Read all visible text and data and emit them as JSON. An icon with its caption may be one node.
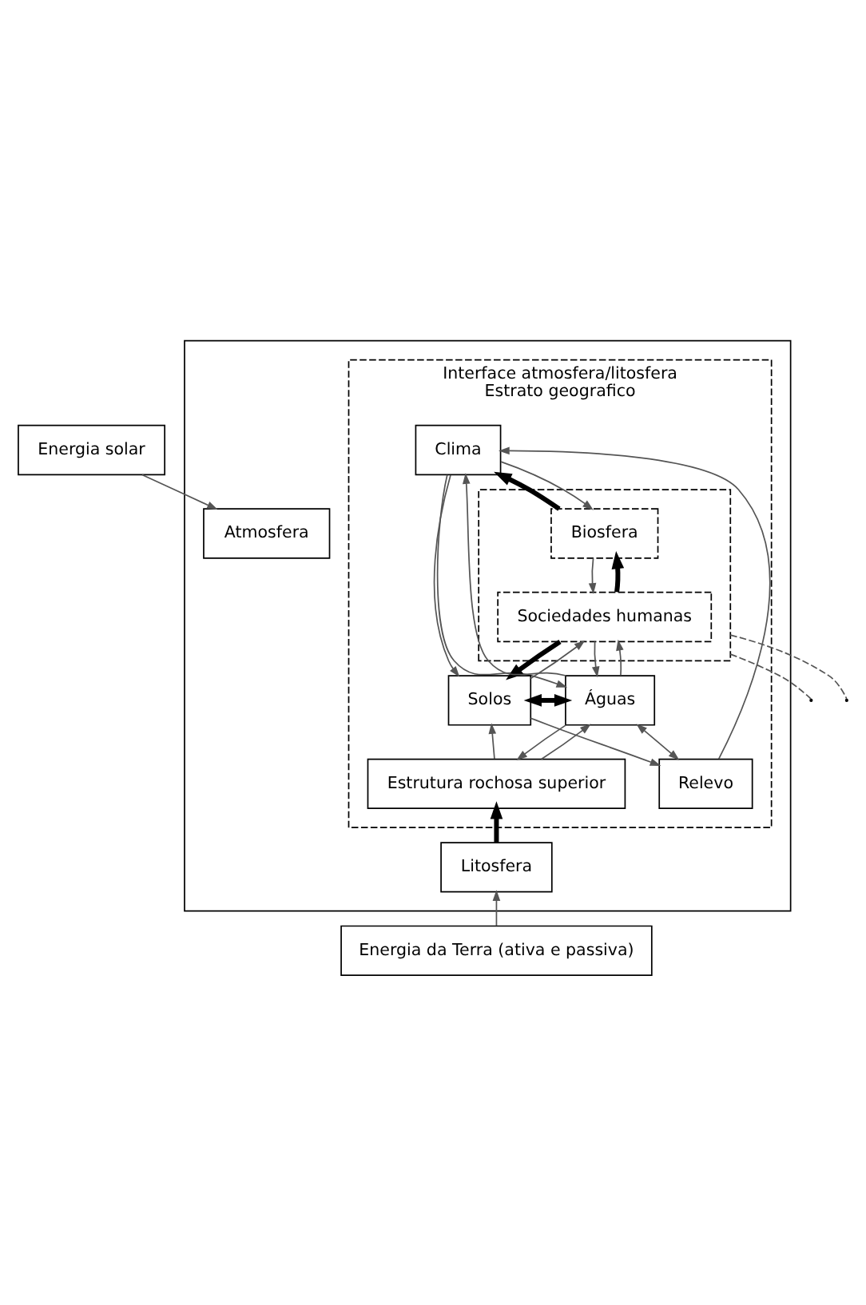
{
  "diagram": {
    "nodes": [
      {
        "text": [
          "Energia solar"
        ]
      },
      {
        "text": [],
        "shape": "box"
      },
      {
        "text": [
          "Atmosfera"
        ],
        "in": 1
      },
      {
        "text": [
          "Interface atmosfera/litosfera",
          "Estrato geografico"
        ],
        "in": 1
      },
      {
        "text": [
          "Clima"
        ],
        "in": 3
      },
      {
        "text": [],
        "shape": "box",
        "in": 3
      },
      {
        "text": [
          "Biosfera"
        ],
        "in": 5
      },
      {
        "text": [
          "Sociedades humanas"
        ],
        "in": 5
      },
      {
        "text": [
          "Águas"
        ],
        "in": 3
      },
      {
        "text": [
          "Solos"
        ],
        "in": 3
      },
      {
        "text": [
          "Relevo"
        ],
        "in": 3
      },
      {
        "text": [
          "Estrutura rochosa superior"
        ],
        "in": 3
      },
      {
        "text": [
          "Litosfera"
        ],
        "in": 1
      },
      {
        "text": [
          "Energia da Terra (ativa e passiva)"
        ]
      }
    ],
    "edges": [
      {
        "from": 0,
        "to": 2,
        "arrow": "to"
      },
      {
        "from": 4,
        "to": 6,
        "arrow": "to"
      },
      {
        "from": 6,
        "to": 4,
        "arrow": "to",
        "style": "thick"
      },
      {
        "from": 6,
        "to": 7,
        "arrow": "to"
      },
      {
        "from": 7,
        "to": 6,
        "arrow": "to",
        "style": "thick"
      },
      {
        "from": 7,
        "to": 8,
        "arrow": "to"
      },
      {
        "from": 8,
        "to": 7,
        "arrow": "to"
      },
      {
        "from": 7,
        "to": 9,
        "arrow": "to",
        "style": "thick"
      },
      {
        "from": 9,
        "to": 7,
        "arrow": "to"
      },
      {
        "from": 8,
        "to": 4,
        "arrow": "to"
      },
      {
        "from": 4,
        "to": 8,
        "arrow": "to"
      },
      {
        "from": 10,
        "to": 4,
        "arrow": "to"
      },
      {
        "from": 4,
        "to": 9,
        "arrow": "to"
      },
      {
        "from": 9,
        "to": 10,
        "arrow": "to"
      },
      {
        "from": 8,
        "to": 9,
        "arrow": "both",
        "style": "thick"
      },
      {
        "from": 8,
        "to": 10,
        "arrow": "both"
      },
      {
        "from": 8,
        "to": 11,
        "arrow": "to"
      },
      {
        "from": 11,
        "to": 8,
        "arrow": "to"
      },
      {
        "from": 11,
        "to": 9,
        "arrow": "to"
      },
      {
        "from": 12,
        "to": 11,
        "arrow": "to",
        "style": "thick"
      },
      {
        "from": 13,
        "to": 12,
        "arrow": "to"
      },
      {
        "from": 5,
        "to": null,
        "arrow": "none",
        "style": "dashed"
      },
      {
        "from": 5,
        "to": null,
        "arrow": "none",
        "style": "dashed"
      }
    ]
  }
}
